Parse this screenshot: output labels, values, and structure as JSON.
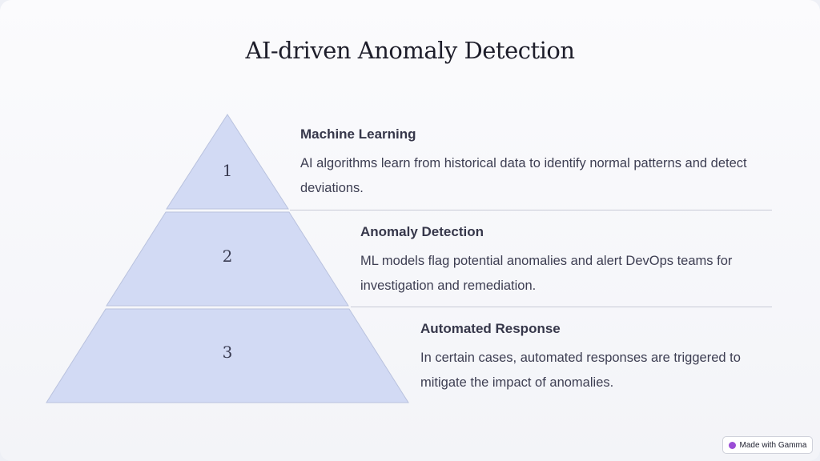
{
  "title": "AI-driven Anomaly Detection",
  "tiers": [
    {
      "number": "1",
      "heading": "Machine Learning",
      "description": "AI algorithms learn from historical data to identify normal patterns and detect deviations."
    },
    {
      "number": "2",
      "heading": "Anomaly Detection",
      "description": "ML models flag potential anomalies and alert DevOps teams for investigation and remediation."
    },
    {
      "number": "3",
      "heading": "Automated Response",
      "description": "In certain cases, automated responses are triggered to mitigate the impact of anomalies."
    }
  ],
  "badge": {
    "label": "Made with Gamma",
    "icon": "gamma-logo-icon"
  },
  "colors": {
    "tier_fill": "#d2daf4",
    "tier_stroke": "#b9c2de",
    "divider": "#c8cad6",
    "text_dark": "#1d1d2a"
  }
}
